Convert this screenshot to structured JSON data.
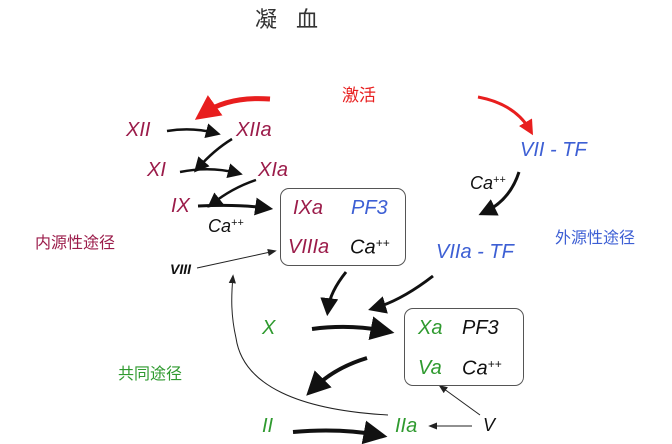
{
  "title": "凝  血",
  "colors": {
    "intrinsic": "#9b1c4a",
    "extrinsic": "#3d5fd4",
    "common": "#2f9a2f",
    "activation": "#e81e1e",
    "dark": "#111111"
  },
  "labels": {
    "activation": "激活",
    "intrinsic_pathway": "内源性途径",
    "extrinsic_pathway": "外源性途径",
    "common_pathway": "共同途径"
  },
  "factors": {
    "xii": "XII",
    "xiia": "XIIa",
    "xi": "XI",
    "xia": "XIa",
    "ix": "IX",
    "ca_ix": "Ca",
    "viii": "VIII",
    "vii_tf": "VII - TF",
    "ca_vii": "Ca",
    "viia_tf": "VIIa - TF",
    "x": "X",
    "ii": "II",
    "iia": "IIa",
    "v": "V"
  },
  "complex_tenase": {
    "ixa": "IXa",
    "pf3": "PF3",
    "viiia": "VIIIa",
    "ca": "Ca"
  },
  "complex_prothrombinase": {
    "xa": "Xa",
    "pf3": "PF3",
    "va": "Va",
    "ca": "Ca"
  },
  "ion_charge": "++"
}
